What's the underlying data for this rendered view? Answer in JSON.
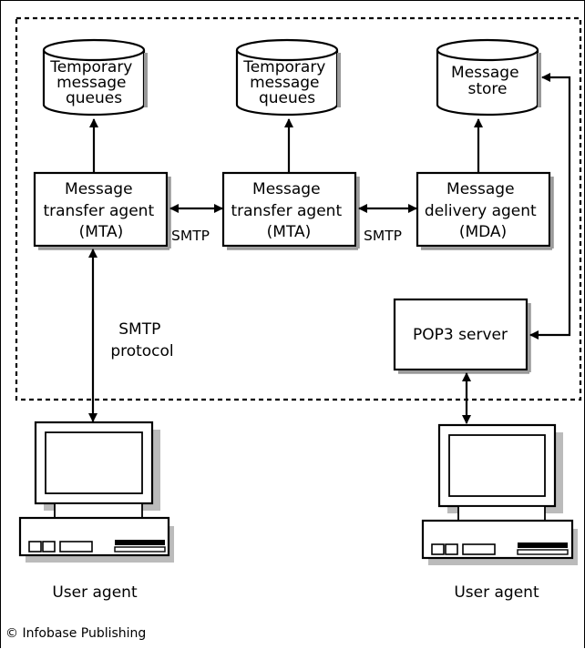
{
  "nodes": {
    "queue1": [
      "Temporary",
      "message",
      "queues"
    ],
    "queue2": [
      "Temporary",
      "message",
      "queues"
    ],
    "store": [
      "Message",
      "store"
    ],
    "mta1": [
      "Message",
      "transfer agent",
      "(MTA)"
    ],
    "mta2": [
      "Message",
      "transfer agent",
      "(MTA)"
    ],
    "mda": [
      "Message",
      "delivery agent",
      "(MDA)"
    ],
    "pop3": [
      "POP3 server"
    ],
    "user1": [
      "User agent"
    ],
    "user2": [
      "User agent"
    ]
  },
  "edges": {
    "smtp1": "SMTP",
    "smtp2": "SMTP",
    "protocol": [
      "SMTP",
      "protocol"
    ]
  },
  "copyright": "© Infobase Publishing"
}
